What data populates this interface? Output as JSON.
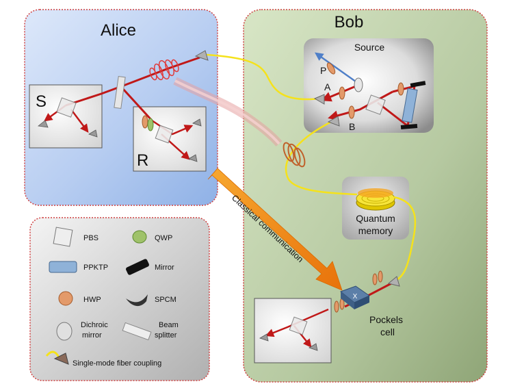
{
  "panels": {
    "alice": {
      "title": "Alice"
    },
    "bob": {
      "title": "Bob"
    },
    "source": {
      "title": "Source"
    },
    "memory": {
      "label_line1": "Quantum",
      "label_line2": "memory"
    }
  },
  "labels": {
    "s": "S",
    "r": "R",
    "p": "P",
    "a": "A",
    "b": "B",
    "pockels_line1": "Pockels",
    "pockels_line2": "cell",
    "classical": "Classical communication"
  },
  "legend": {
    "items": [
      {
        "name": "pbs",
        "label": "PBS"
      },
      {
        "name": "qwp",
        "label": "QWP"
      },
      {
        "name": "ppktp",
        "label": "PPKTP"
      },
      {
        "name": "mirror",
        "label": "Mirror"
      },
      {
        "name": "hwp",
        "label": "HWP"
      },
      {
        "name": "spcm",
        "label": "SPCM"
      },
      {
        "name": "dichroic",
        "label_line1": "Dichroic",
        "label_line2": "mirror"
      },
      {
        "name": "beam-splitter",
        "label_line1": "Beam",
        "label_line2": "splitter"
      },
      {
        "name": "fiber",
        "label": "Single-mode fiber coupling"
      }
    ]
  },
  "colors": {
    "alice_fill": "#c2d4f2",
    "bob_fill": "#b4c7a0",
    "border_dotted": "#d04040",
    "beam_red": "#c01818",
    "beam_blue": "#4f7fc8",
    "fiber_yellow": "#f5e21b",
    "arrow_orange": "#f08a10",
    "hwp_orange": "#e39a6a",
    "qwp_green": "#9fc26a",
    "crystal_blue": "#8fb2d8"
  }
}
